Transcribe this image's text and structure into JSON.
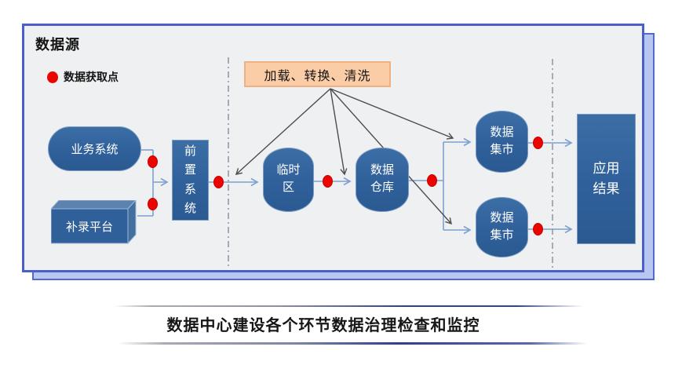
{
  "slide": {
    "header": {
      "title": "数据源"
    },
    "legend": {
      "label": "数据获取点"
    },
    "process": {
      "label": "加载、转换、清洗"
    },
    "nodes": {
      "business_system": "业务系统",
      "supplement_platform": "补录平台",
      "front_system": "前置系统",
      "staging_area": "临时区",
      "data_warehouse": "数据仓库",
      "data_mart_1": "数据集市",
      "data_mart_2": "数据集市",
      "application_result": "应用结果"
    },
    "caption": "数据中心建设各个环节数据治理检查和监控",
    "checkpoint_count": 7,
    "colors": {
      "node_fill": "#30609a",
      "checkpoint_red": "#ea0500",
      "process_fill": "#fbcda6",
      "process_border": "#eeb184",
      "frame_border": "#4a5fc8",
      "back_page_fill": "#b8c7f0",
      "canvas_fill": "#eef0f1",
      "connector_blue": "#7fa0d0",
      "fan_line_dark": "#4d4d4d",
      "dash_line_gray": "#78879b"
    }
  }
}
